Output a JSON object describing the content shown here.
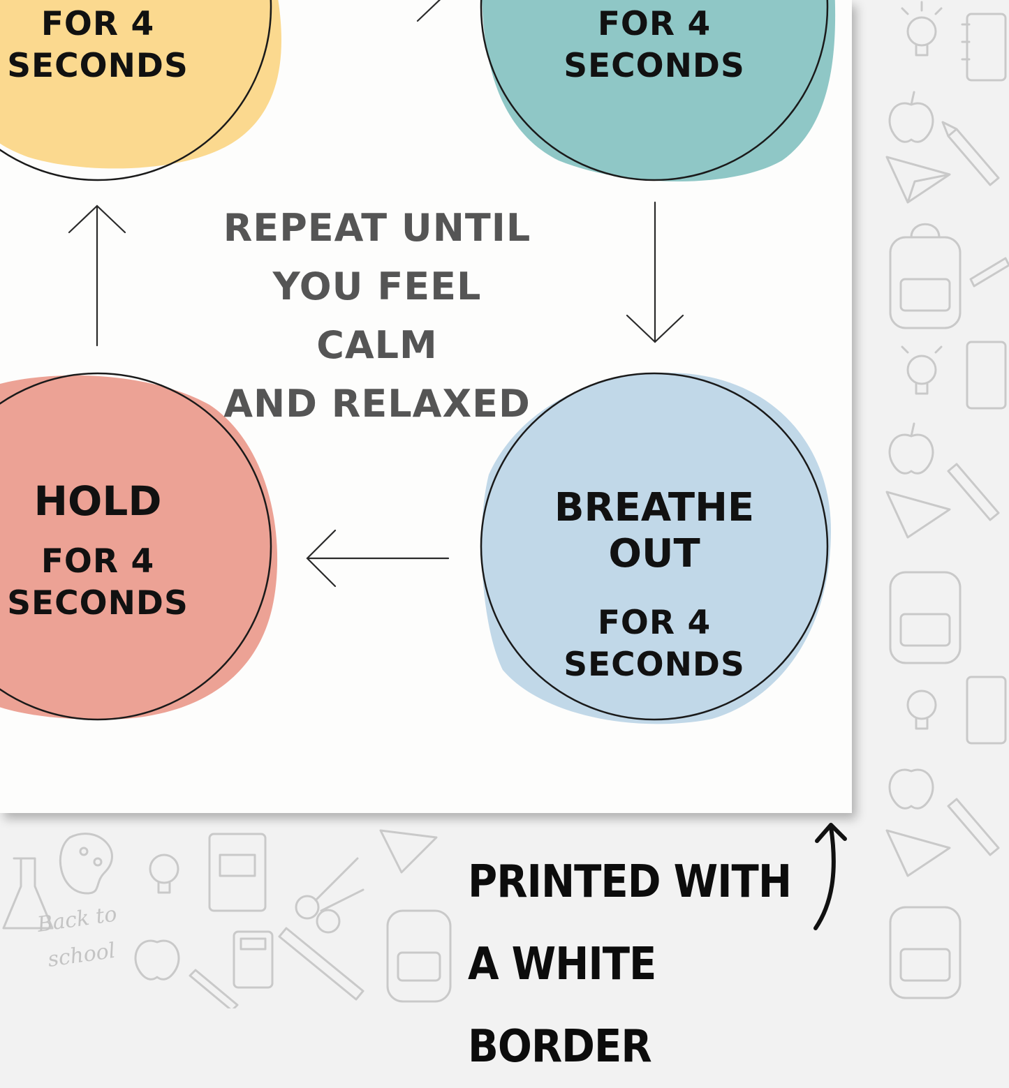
{
  "steps": {
    "top_left": {
      "title": "",
      "line1": "FOR 4",
      "line2": "SECONDS",
      "color": "#fbd98f"
    },
    "top_right": {
      "title": "",
      "line1": "FOR 4",
      "line2": "SECONDS",
      "color": "#8fc7c6"
    },
    "bottom_left": {
      "title": "HOLD",
      "line1": "FOR 4",
      "line2": "SECONDS",
      "color": "#eca295"
    },
    "bottom_right": {
      "title": "BREATHE OUT",
      "line1": "FOR 4",
      "line2": "SECONDS",
      "color": "#c1d8e8"
    }
  },
  "center_note": {
    "line1": "REPEAT UNTIL",
    "line2": "YOU FEEL CALM",
    "line3": "AND RELAXED"
  },
  "callout": {
    "line1": "PRINTED WITH",
    "line2": "A WHITE BORDER"
  },
  "colors": {
    "outline": "#1a1a1a",
    "background": "#f2f2f2",
    "doodle": "#c9c9c9"
  },
  "icons": [
    "lightbulb-icon",
    "apple-icon",
    "backpack-icon",
    "pencil-icon",
    "paper-plane-icon",
    "notebook-icon",
    "ruler-icon",
    "scissors-icon",
    "calculator-icon",
    "palette-icon",
    "flask-icon"
  ]
}
